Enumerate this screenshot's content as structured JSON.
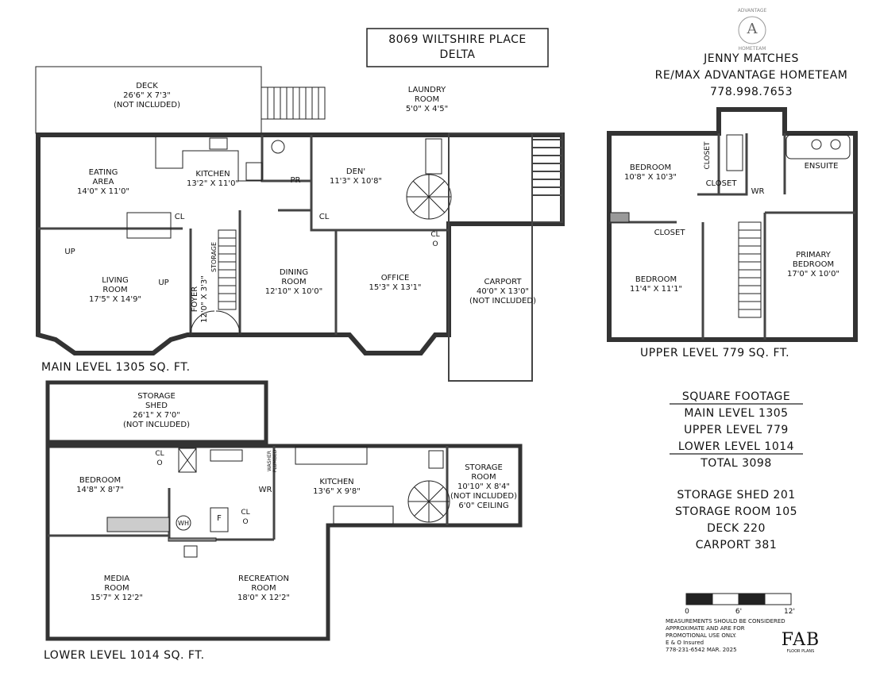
{
  "address": {
    "line1": "8069 WILTSHIRE PLACE",
    "line2": "DELTA"
  },
  "agent": {
    "name": "JENNY MATCHES",
    "company": "RE/MAX ADVANTAGE HOMETEAM",
    "phone": "778.998.7653"
  },
  "logo": {
    "letter": "A",
    "top_text": "ADVANTAGE",
    "bottom_text": "HOMETEAM"
  },
  "main_level": {
    "caption": "MAIN LEVEL 1305 SQ. FT.",
    "rooms": {
      "deck": {
        "name": "DECK",
        "dims": "26'6\" X 7'3\"",
        "note": "(NOT INCLUDED)"
      },
      "laundry": {
        "name": "LAUNDRY",
        "name2": "ROOM",
        "dims": "5'0\" X 4'5\""
      },
      "eating": {
        "name": "EATING",
        "name2": "AREA",
        "dims": "14'0\" X 11'0\""
      },
      "kitchen": {
        "name": "KITCHEN",
        "dims": "13'2\" X 11'0\""
      },
      "den": {
        "name": "DEN'",
        "dims": "11'3\" X 10'8\""
      },
      "living": {
        "name": "LIVING",
        "name2": "ROOM",
        "dims": "17'5\" X 14'9\""
      },
      "foyer": {
        "name": "FOYER",
        "dims": "12'0\" X 3'3\""
      },
      "dining": {
        "name": "DINING",
        "name2": "ROOM",
        "dims": "12'10\" X 10'0\""
      },
      "office": {
        "name": "OFFICE",
        "dims": "15'3\" X 13'1\""
      },
      "carport": {
        "name": "CARPORT",
        "dims": "40'0\" X 13'0\"",
        "note": "(NOT INCLUDED)"
      }
    },
    "tags": {
      "pr": "PR",
      "cl1": "CL",
      "cl2": "CL",
      "clo": "CLO",
      "up1": "UP",
      "up2": "UP",
      "storage": "STORAGE"
    }
  },
  "upper_level": {
    "caption": "UPPER LEVEL 779 SQ. FT.",
    "rooms": {
      "bedroom1": {
        "name": "BEDROOM",
        "dims": "10'8\" X 10'3\""
      },
      "ensuite": {
        "name": "ENSUITE"
      },
      "bedroom2": {
        "name": "BEDROOM",
        "dims": "11'4\" X 11'1\""
      },
      "primary": {
        "name": "PRIMARY",
        "name2": "BEDROOM",
        "dims": "17'0\" X 10'0\""
      }
    },
    "tags": {
      "closet1": "CLOSET",
      "closet2": "CLOSET",
      "closet3": "CLOSET",
      "wr": "WR"
    }
  },
  "lower_level": {
    "caption": "LOWER LEVEL 1014 SQ. FT.",
    "rooms": {
      "shed": {
        "name": "STORAGE",
        "name2": "SHED",
        "dims": "26'1\" X 7'0\"",
        "note": "(NOT INCLUDED)"
      },
      "bedroom": {
        "name": "BEDROOM",
        "dims": "14'8\" X 8'7\""
      },
      "kitchen": {
        "name": "KITCHEN",
        "dims": "13'6\" X 9'8\""
      },
      "storage": {
        "name": "STORAGE",
        "name2": "ROOM",
        "dims": "10'10\" X 8'4\"",
        "note": "(NOT INCLUDED)",
        "note2": "6'0\" CEILING"
      },
      "media": {
        "name": "MEDIA",
        "name2": "ROOM",
        "dims": "15'7\" X 12'2\""
      },
      "recreation": {
        "name": "RECREATION",
        "name2": "ROOM",
        "dims": "18'0\" X 12'2\""
      }
    },
    "tags": {
      "clo1": "CLO",
      "clo2": "CLO",
      "wr": "WR",
      "wh": "WH",
      "f": "F",
      "washer": "WASHER PLUMBED"
    }
  },
  "square_footage": {
    "title": "SQUARE FOOTAGE",
    "main": "MAIN LEVEL 1305",
    "upper": "UPPER LEVEL 779",
    "lower": "LOWER LEVEL 1014",
    "total": "TOTAL 3098",
    "shed": "STORAGE SHED 201",
    "storage_room": "STORAGE ROOM 105",
    "deck": "DECK 220",
    "carport": "CARPORT 381"
  },
  "scale": {
    "t0": "0",
    "t1": "6'",
    "t2": "12'"
  },
  "disclaimer": {
    "line1": "MEASUREMENTS SHOULD BE CONSIDERED",
    "line2": "APPROXIMATE AND ARE FOR",
    "line3": "PROMOTIONAL USE ONLY.",
    "line4": "E & O Insured",
    "line5": "778-231-6542  MAR. 2025"
  },
  "brand": {
    "name": "FAB",
    "sub": "FLOOR PLANS"
  }
}
